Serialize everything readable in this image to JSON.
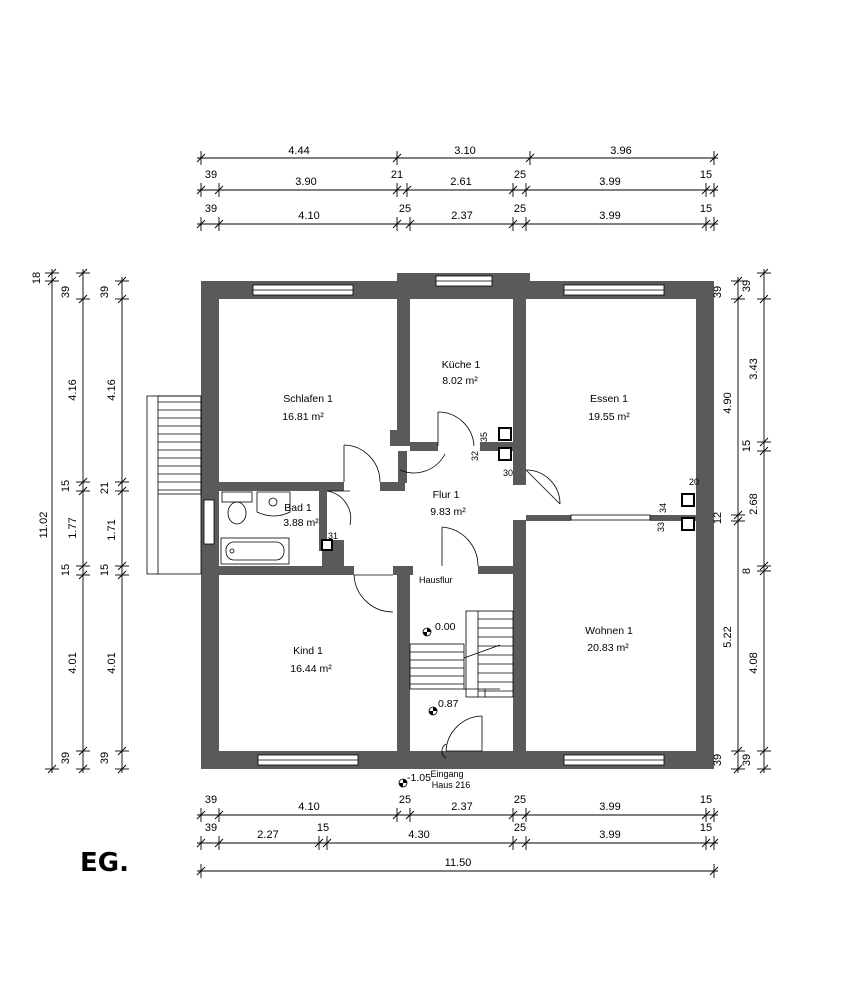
{
  "plan_title": "EG.",
  "rooms": {
    "schlafen": {
      "name": "Schlafen 1",
      "area": "16.81 m²"
    },
    "kueche": {
      "name": "Küche 1",
      "area": "8.02 m²"
    },
    "essen": {
      "name": "Essen 1",
      "area": "19.55 m²"
    },
    "bad": {
      "name": "Bad 1",
      "area": "3.88 m²"
    },
    "flur": {
      "name": "Flur 1",
      "area": "9.83 m²"
    },
    "kind": {
      "name": "Kind 1",
      "area": "16.44 m²"
    },
    "wohnen": {
      "name": "Wohnen 1",
      "area": "20.83 m²"
    },
    "hausflur": {
      "name": "Hausflur"
    }
  },
  "levels": {
    "l1": "0.00",
    "l2": "0.87",
    "l3": "-1.05"
  },
  "entrance": {
    "line1": "Eingang",
    "line2": "Haus 216"
  },
  "dims_top": {
    "r1": [
      "4.44",
      "3.10",
      "3.96"
    ],
    "r2": [
      "39",
      "3.90",
      "21",
      "2.61",
      "25",
      "3.99",
      "15"
    ],
    "r3": [
      "39",
      "4.10",
      "25",
      "2.37",
      "25",
      "3.99",
      "15"
    ]
  },
  "dims_bottom": {
    "r1": [
      "39",
      "4.10",
      "25",
      "2.37",
      "25",
      "3.99",
      "15"
    ],
    "r2": [
      "39",
      "2.27",
      "15",
      "4.30",
      "25",
      "3.99",
      "15"
    ],
    "r3": [
      "11.50"
    ]
  },
  "dims_left": {
    "outer": [
      "18",
      "11.02"
    ],
    "mid": [
      "39",
      "4.16",
      "15",
      "1.77",
      "15",
      "4.01",
      "39"
    ],
    "inner": [
      "39",
      "4.16",
      "21",
      "1.71",
      "15",
      "4.01",
      "39"
    ]
  },
  "dims_right": {
    "inner": [
      "39",
      "4.90",
      "12",
      "5.22",
      "39"
    ],
    "outer": [
      "39",
      "3.43",
      "15",
      "2.68",
      "8",
      "4.08",
      "39"
    ],
    "small": [
      "20",
      "34",
      "33"
    ]
  },
  "dims_interior": {
    "d35": "35",
    "d32": "32",
    "d30": "30",
    "d31": "31",
    "d33": "33",
    "d34": "34"
  }
}
